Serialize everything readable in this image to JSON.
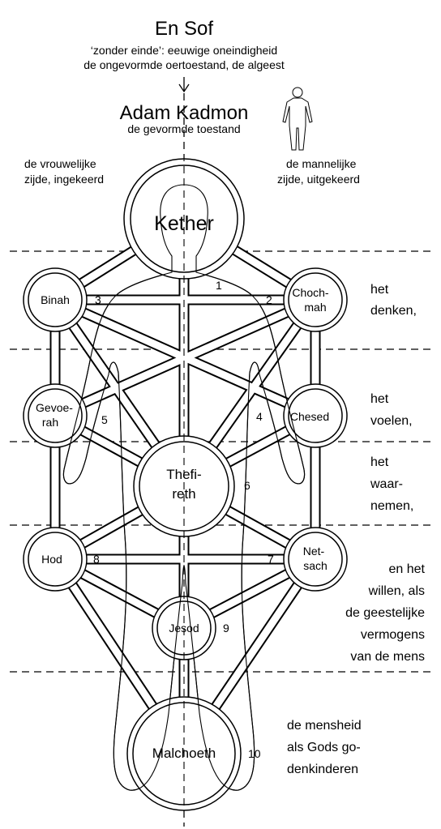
{
  "header": {
    "title": "En Sof",
    "subtitle_line1": "‘zonder einde’: eeuwige oneindigheid",
    "subtitle_line2": "de ongevormde oertoestand, de algeest",
    "adam_title": "Adam Kadmon",
    "adam_subtitle": "de gevormde toestand"
  },
  "sides": {
    "left_line1": "de vrouwelijke",
    "left_line2": "zijde, ingekeerd",
    "right_line1": "de mannelijke",
    "right_line2": "zijde, uitgekeerd"
  },
  "sephiroth": [
    {
      "name1": "Kether",
      "name2": "",
      "number": "1"
    },
    {
      "name1": "Choch-",
      "name2": "mah",
      "number": "2"
    },
    {
      "name1": "Binah",
      "name2": "",
      "number": "3"
    },
    {
      "name1": "Chesed",
      "name2": "",
      "number": "4"
    },
    {
      "name1": "Gevoe-",
      "name2": "rah",
      "number": "5"
    },
    {
      "name1": "Thefi-",
      "name2": "reth",
      "number": "6"
    },
    {
      "name1": "Net-",
      "name2": "sach",
      "number": "7"
    },
    {
      "name1": "Hod",
      "name2": "",
      "number": "8"
    },
    {
      "name1": "Jesod",
      "name2": "",
      "number": "9"
    },
    {
      "name1": "Malchoeth",
      "name2": "",
      "number": "10"
    }
  ],
  "faculties": {
    "denken_1": "het",
    "denken_2": "denken,",
    "voelen_1": "het",
    "voelen_2": "voelen,",
    "waarnemen_1": "het",
    "waarnemen_2": "waar-",
    "waarnemen_3": "nemen,",
    "willen_1": "en het",
    "willen_2": "willen, als",
    "willen_3": "de geestelijke",
    "willen_4": "vermogens",
    "willen_5": "van de mens",
    "mensheid_1": "de mensheid",
    "mensheid_2": "als Gods go-",
    "mensheid_3": "denkinderen"
  }
}
